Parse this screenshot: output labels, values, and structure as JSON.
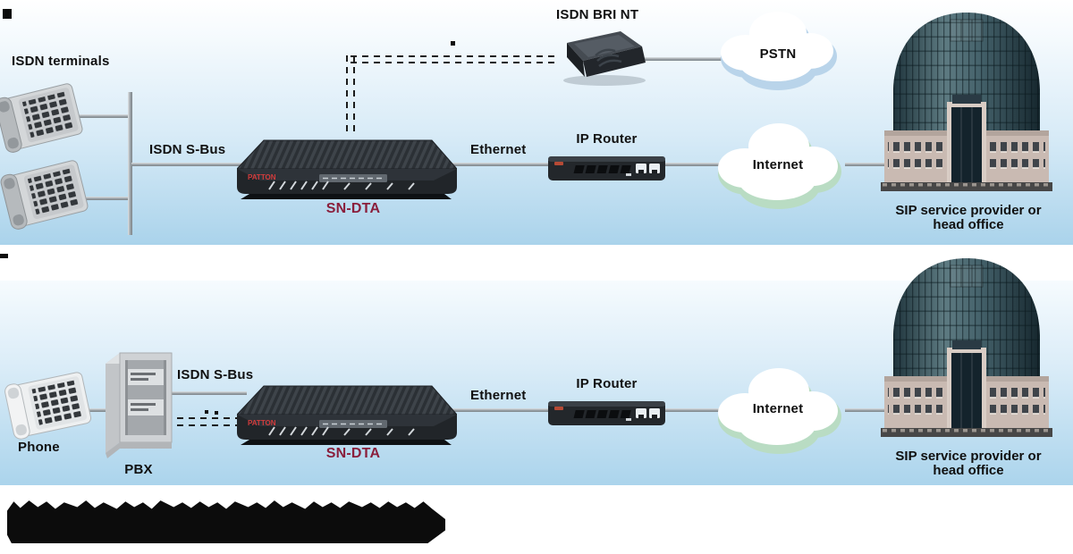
{
  "meta": {
    "description": "Two-scenario network application diagram for the Patton SN-DTA ISDN terminal adapter"
  },
  "colors": {
    "panel_blue": "#aad3eb",
    "device_dark": "#23272b",
    "accent_red": "#8a1f3c",
    "brand_red": "#d23c3c",
    "wire_gray": "#9aa1a6",
    "pstn_cloud_shadow": "#b9d4ea",
    "internet_cloud_shadow": "#b9dcc3"
  },
  "top_diagram": {
    "terminals_label": "ISDN terminals",
    "s_bus_label": "ISDN S-Bus",
    "device_name": "SN-DTA",
    "device_brand": "PATTON",
    "bri_nt_label": "ISDN BRI NT",
    "pstn_label": "PSTN",
    "ethernet_label": "Ethernet",
    "router_label": "IP Router",
    "internet_label": "Internet",
    "destination_label": "SIP service provider or head office"
  },
  "bottom_diagram": {
    "phone_label": "Phone",
    "pbx_label": "PBX",
    "s_bus_label": "ISDN S-Bus",
    "device_name": "SN-DTA",
    "device_brand": "PATTON",
    "ethernet_label": "Ethernet",
    "router_label": "IP Router",
    "internet_label": "Internet",
    "destination_label": "SIP service provider or head office"
  }
}
